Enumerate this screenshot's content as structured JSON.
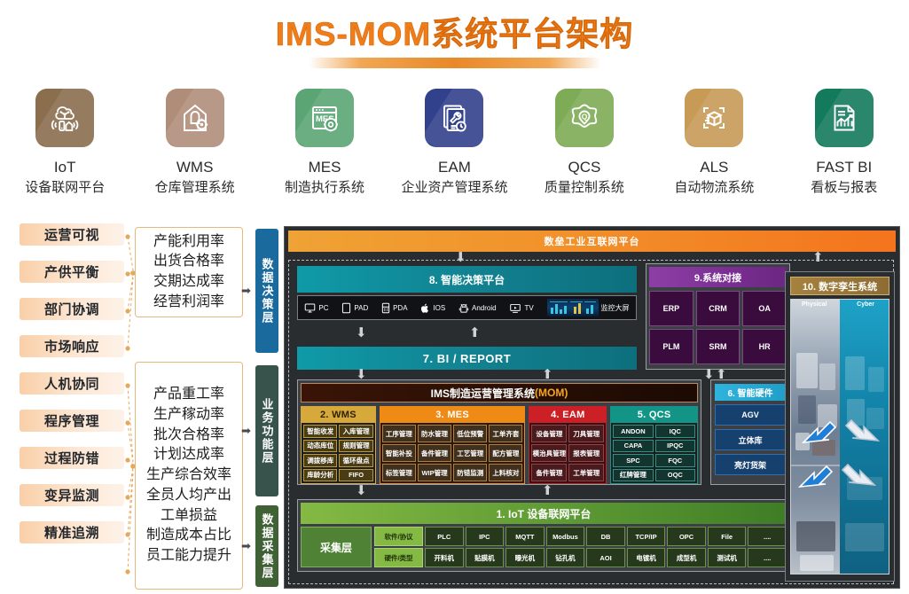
{
  "title": "IMS-MOM系统平台架构",
  "modules": [
    {
      "abbr": "IoT",
      "cn": "设备联网平台",
      "color": "#8a6e4e",
      "icon": "iot-cloud-icon"
    },
    {
      "abbr": "WMS",
      "cn": "仓库管理系统",
      "color": "#b08d79",
      "icon": "warehouse-gear-icon"
    },
    {
      "abbr": "MES",
      "cn": "制造执行系统",
      "color": "#5aa573",
      "icon": "mes-browser-icon"
    },
    {
      "abbr": "EAM",
      "cn": "企业资产管理系统",
      "color": "#32418c",
      "icon": "asset-wrench-icon"
    },
    {
      "abbr": "QCS",
      "cn": "质量控制系统",
      "color": "#7eab55",
      "icon": "quality-badge-icon"
    },
    {
      "abbr": "ALS",
      "cn": "自动物流系统",
      "color": "#c79a56",
      "icon": "scan-box-icon"
    },
    {
      "abbr": "FAST BI",
      "cn": "看板与报表",
      "color": "#137a5c",
      "icon": "report-chart-icon"
    }
  ],
  "chips": [
    "运营可视",
    "产供平衡",
    "部门协调",
    "市场响应",
    "人机协同",
    "程序管理",
    "过程防错",
    "变异监测",
    "精准追溯"
  ],
  "kpi_boxes": [
    {
      "items": [
        "产能利用率",
        "出货合格率",
        "交期达成率",
        "经营利润率"
      ]
    },
    {
      "items": [
        "产品重工率",
        "生产稼动率",
        "批次合格率",
        "计划达成率",
        "生产综合效率",
        "全员人均产出",
        "工单损益",
        "制造成本占比",
        "员工能力提升"
      ]
    }
  ],
  "layers": [
    {
      "label": "数据决策层",
      "color": "#1a6a9e"
    },
    {
      "label": "业务功能层",
      "color": "#37534b"
    },
    {
      "label": "数据采集层",
      "color": "#3f6135"
    }
  ],
  "industrial_bar": "数垒工业互联网平台",
  "decision": {
    "title": "8. 智能决策平台",
    "devices": [
      {
        "label": "PC",
        "icon": "monitor-icon"
      },
      {
        "label": "PAD",
        "icon": "tablet-icon"
      },
      {
        "label": "PDA",
        "icon": "handheld-icon"
      },
      {
        "label": "IOS",
        "icon": "apple-icon"
      },
      {
        "label": "Android",
        "icon": "android-icon"
      },
      {
        "label": "TV",
        "icon": "tv-icon"
      },
      {
        "label": "监控大屏",
        "icon": "dashboard-screen-icon"
      }
    ]
  },
  "bi_report": "7. BI / REPORT",
  "system_integration": {
    "title": "9.系统对接",
    "items": [
      "ERP",
      "CRM",
      "OA",
      "PLM",
      "SRM",
      "HR"
    ]
  },
  "mom": {
    "title_main": "IMS制造运营管理系统",
    "title_accent": "(MOM)",
    "modules": [
      {
        "title": "2. WMS",
        "cells": [
          "智能收发",
          "入库管理",
          "动态库位",
          "规则管理",
          "调拨移库",
          "循环盘点",
          "库龄分析",
          "FIFO"
        ]
      },
      {
        "title": "3. MES",
        "cells": [
          "工序管理",
          "防水管理",
          "低位预警",
          "工单齐套",
          "智能补投",
          "备件管理",
          "工艺管理",
          "配方管理",
          "标签管理",
          "WIP管理",
          "防错监测",
          "上料核对"
        ]
      },
      {
        "title": "4. EAM",
        "cells": [
          "设备管理",
          "刀具管理",
          "模治具管理",
          "报表管理",
          "备件管理",
          "工单管理"
        ]
      },
      {
        "title": "5. QCS",
        "cells": [
          "ANDON",
          "IQC",
          "CAPA",
          "IPQC",
          "SPC",
          "FQC",
          "红牌管理",
          "OQC"
        ]
      }
    ]
  },
  "hardware": {
    "title": "6. 智能硬件",
    "items": [
      "AGV",
      "立体库",
      "亮灯货架"
    ]
  },
  "iot": {
    "title": "1. IoT 设备联网平台",
    "collect_label": "采集层",
    "row_keys": [
      "软件/协议",
      "硬件/类型"
    ],
    "software_row": [
      "PLC",
      "IPC",
      "MQTT",
      "Modbus",
      "DB",
      "TCP/IP",
      "OPC",
      "File",
      "...."
    ],
    "hardware_row": [
      "开料机",
      "贴膜机",
      "曝光机",
      "钻孔机",
      "AOI",
      "电镀机",
      "成型机",
      "测试机",
      "...."
    ]
  },
  "digital_twin": {
    "title": "10. 数字孪生系统",
    "caption_left": "Physical",
    "caption_right": "Cyber"
  },
  "colors": {
    "title_orange": "#ef7d1a",
    "industrial_orange": "#f2912a",
    "teal": "#12808f",
    "purple": "#7b2f93",
    "green": "#5d9a34",
    "mom_brown": "#2a0f05"
  }
}
